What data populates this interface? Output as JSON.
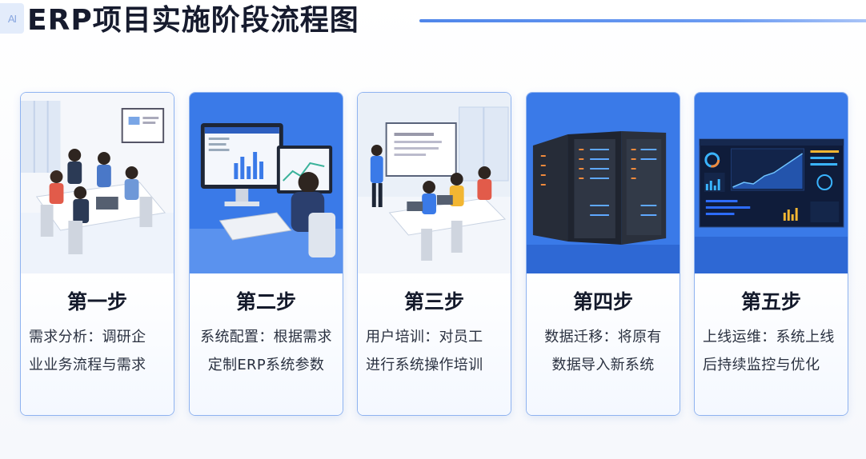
{
  "watermark": "AI",
  "title": "ERP项目实施阶段流程图",
  "colors": {
    "accent": "#3f7ae6",
    "card_border": "#8fb3f0",
    "title_line": "#4f86ea"
  },
  "steps": [
    {
      "label": "第一步",
      "desc_line1": "需求分析：调研企",
      "desc_line2": "业业务流程与需求",
      "illustration": "meeting-illustration"
    },
    {
      "label": "第二步",
      "desc_line1": "系统配置：根据需求",
      "desc_line2": "定制ERP系统参数",
      "illustration": "computer-setup-illustration"
    },
    {
      "label": "第三步",
      "desc_line1": "用户培训：对员工",
      "desc_line2": "进行系统操作培训",
      "illustration": "training-illustration"
    },
    {
      "label": "第四步",
      "desc_line1": "数据迁移：将原有",
      "desc_line2": "数据导入新系统",
      "illustration": "server-rack-illustration"
    },
    {
      "label": "第五步",
      "desc_line1": "上线运维：系统上线",
      "desc_line2": "后持续监控与优化",
      "illustration": "monitoring-dashboard-illustration"
    }
  ]
}
